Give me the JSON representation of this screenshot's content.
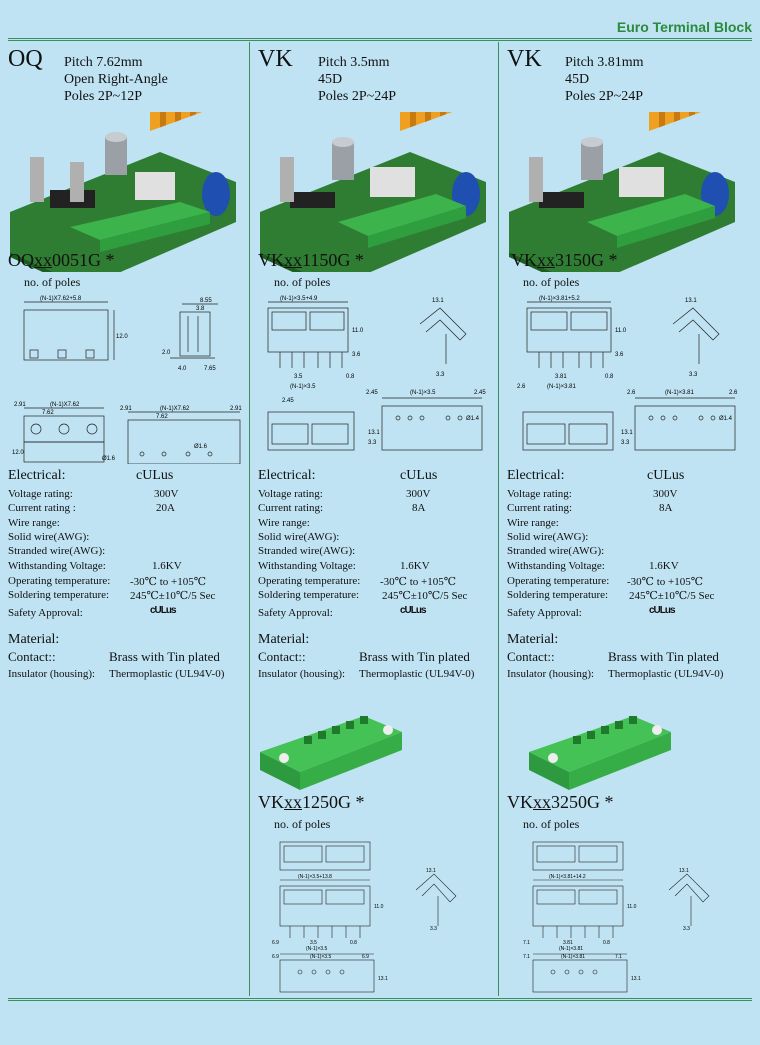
{
  "header": {
    "title": "Euro Terminal Block"
  },
  "columns": [
    {
      "series": "OQ",
      "spec_lines": [
        "Pitch 7.62mm",
        "Open Right-Angle",
        "Poles 2P~12P"
      ],
      "model_prefix": "OQ",
      "model_xx": "xx",
      "model_suffix": "0051G *",
      "poles_note": "no. of poles",
      "dims": {
        "a": "(N-1)X7.62+5.8",
        "b": "8.55",
        "c": "3.8",
        "d": "12.0",
        "e": "2.0",
        "f": "4.0",
        "g": "7.65",
        "h": "2.91",
        "i": "(N-1)X7.62",
        "j": "7.62",
        "k": "12.0",
        "l": "2.91",
        "m": "(N-1)X7.62",
        "n": "2.91",
        "o": "7.62",
        "p": "Ø1.6",
        "q": "Ø1.6"
      },
      "electrical_title": "Electrical:",
      "standard": "cULus",
      "rows": [
        {
          "label": "Voltage rating:",
          "value": "300V"
        },
        {
          "label": "Current rating :",
          "value": "20A"
        },
        {
          "label": "Wire range:",
          "value": ""
        },
        {
          "label": "Solid wire(AWG):",
          "value": ""
        },
        {
          "label": "Stranded wire(AWG):",
          "value": ""
        },
        {
          "label": "Withstanding Voltage:",
          "value": "1.6KV"
        },
        {
          "label": "Operating temperature:",
          "value": "-30℃ to +105℃"
        },
        {
          "label": "Soldering temperature:",
          "value": "245℃±10℃/5 Sec"
        }
      ],
      "safety_label": "Safety Approval:",
      "ul_mark": "cULus",
      "material_title": "Material:",
      "contact_label": "Contact::",
      "contact_value": "Brass with Tin plated",
      "insulator_label": "Insulator (housing):",
      "insulator_value": "Thermoplastic (UL94V-0)"
    },
    {
      "series": "VK",
      "spec_lines": [
        "Pitch 3.5mm",
        "45D",
        "Poles  2P~24P"
      ],
      "model_prefix": "VK",
      "model_xx": "xx",
      "model_suffix": "1150G *",
      "poles_note": "no. of poles",
      "dims": {
        "a": "(N-1)×3.5+4.9",
        "b": "13.1",
        "c": "11.0",
        "d": "3.6",
        "e": "3.5",
        "f": "0.8",
        "g": "(N-1)×3.5",
        "h": "2.45",
        "i": "3.3",
        "j": "2.45",
        "k": "(N-1)×3.5",
        "l": "2.45",
        "m": "13.1",
        "n": "3.3",
        "o": "Ø1.4"
      },
      "electrical_title": "Electrical:",
      "standard": "cULus",
      "rows": [
        {
          "label": "Voltage rating:",
          "value": "300V"
        },
        {
          "label": "Current rating:",
          "value": "8A"
        },
        {
          "label": "Wire range:",
          "value": ""
        },
        {
          "label": "Solid wire(AWG):",
          "value": ""
        },
        {
          "label": "Stranded wire(AWG):",
          "value": ""
        },
        {
          "label": "Withstanding Voltage:",
          "value": "1.6KV"
        },
        {
          "label": "Operating temperature:",
          "value": "-30℃ to +105℃"
        },
        {
          "label": "Soldering temperature:",
          "value": "245℃±10℃/5 Sec"
        }
      ],
      "safety_label": "Safety Approval:",
      "ul_mark": "cULus",
      "material_title": "Material:",
      "contact_label": "Contact::",
      "contact_value": "Brass with Tin plated",
      "insulator_label": "Insulator (housing):",
      "insulator_value": "Thermoplastic (UL94V-0)",
      "model2_prefix": "VK",
      "model2_xx": "xx",
      "model2_suffix": "1250G *",
      "poles_note2": "no. of poles",
      "dims2": {
        "a": "(N-1)×3.5+13.8",
        "b": "13.1",
        "c": "11.0",
        "d": "(N-1)×3.5",
        "e": "3.5",
        "f": "6.9",
        "g": "0.8",
        "h": "3.3",
        "i": "6.9",
        "j": "(N-1)×3.5",
        "k": "6.9",
        "l": "13.1"
      }
    },
    {
      "series": "VK",
      "spec_lines": [
        "Pitch 3.81mm",
        "45D",
        "Poles  2P~24P"
      ],
      "model_prefix": "VK",
      "model_xx": "xx",
      "model_suffix": "3150G *",
      "poles_note": "no. of poles",
      "dims": {
        "a": "(N-1)×3.81+5.2",
        "b": "13.1",
        "c": "11.0",
        "d": "3.6",
        "e": "3.81",
        "f": "0.8",
        "g": "(N-1)×3.81",
        "h": "2.6",
        "i": "3.3",
        "j": "2.6",
        "k": "(N-1)×3.81",
        "l": "2.6",
        "m": "13.1",
        "n": "3.3",
        "o": "Ø1.4"
      },
      "electrical_title": "Electrical:",
      "standard": "cULus",
      "rows": [
        {
          "label": "Voltage rating:",
          "value": "300V"
        },
        {
          "label": "Current rating:",
          "value": "8A"
        },
        {
          "label": "Wire range:",
          "value": ""
        },
        {
          "label": "Solid wire(AWG):",
          "value": ""
        },
        {
          "label": "Stranded wire(AWG):",
          "value": ""
        },
        {
          "label": "Withstanding Voltage:",
          "value": "1.6KV"
        },
        {
          "label": "Operating temperature:",
          "value": "-30℃ to +105℃"
        },
        {
          "label": "Soldering temperature:",
          "value": "245℃±10℃/5 Sec"
        }
      ],
      "safety_label": "Safety Approval:",
      "ul_mark": "cULus",
      "material_title": "Material:",
      "contact_label": "Contact::",
      "contact_value": "Brass with Tin plated",
      "insulator_label": "Insulator (housing):",
      "insulator_value": "Thermoplastic (UL94V-0)",
      "model2_prefix": "VK",
      "model2_xx": "xx",
      "model2_suffix": "3250G *",
      "poles_note2": "no. of poles",
      "dims2": {
        "a": "(N-1)×3.81+14.2",
        "b": "13.1",
        "c": "11.0",
        "d": "(N-1)×3.81",
        "e": "3.81",
        "f": "7.1",
        "g": "0.8",
        "h": "3.3",
        "i": "7.1",
        "j": "(N-1)×3.81",
        "k": "7.1",
        "l": "13.1"
      }
    }
  ],
  "colors": {
    "accent": "#2b8a3e",
    "background": "#bfe3f3",
    "terminal_green": "#3cb44b",
    "heatsink_orange": "#f0a020",
    "pcb_green": "#2e7d32"
  }
}
